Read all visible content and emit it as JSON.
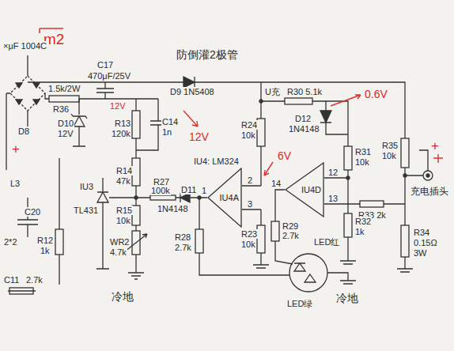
{
  "diagram": {
    "nodes": [
      {
        "text": [
          "IU4A"
        ]
      },
      {
        "text": [
          "IU4D"
        ]
      }
    ],
    "labels": [
      "m2",
      "×μF 1004C",
      "C17",
      "470μF/25V",
      "防倒灌2极管",
      "D9 1N5408",
      "U充",
      "R30 5.1k",
      "0.6V",
      "1.5k/2W",
      "R36",
      "12V",
      "D8",
      "D10",
      "12V",
      "R13",
      "120k",
      "C14",
      "1n",
      "12V",
      "R24",
      "10k",
      "D12",
      "1N4148",
      "R31",
      "10k",
      "R35",
      "10k",
      "+",
      "L3",
      "+",
      "R14",
      "47k",
      "IU4: LM324",
      "6V",
      "14",
      "12",
      "2",
      "3",
      "1",
      "IU3",
      "TL431",
      "R27",
      "100k",
      "D11",
      "1N4148",
      "13",
      "R33 2k",
      "充电插头",
      "C20",
      "2*2",
      "R29",
      "2.7k",
      "R32",
      "1k",
      "R34",
      "0.15Ω",
      "3W",
      "R15",
      "10k",
      "R23",
      "10k",
      "LED红",
      "R12",
      "1k",
      "WR2",
      "4.7k",
      "R28",
      "2.7k",
      "冷地",
      "LED绿",
      "冷地",
      "C11",
      "2.7k"
    ]
  }
}
